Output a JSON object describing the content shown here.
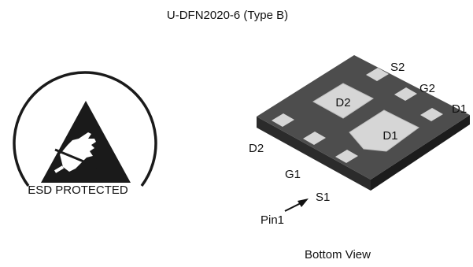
{
  "title": "U-DFN2020-6 (Type B)",
  "esd": {
    "label": "ESD PROTECTED",
    "icon": "esd-hand-warning-icon"
  },
  "package": {
    "view_label": "Bottom View",
    "pin1_label": "Pin1",
    "pad_labels": {
      "s2": "S2",
      "g2": "G2",
      "d1_pin": "D1",
      "d2_pin": "D2",
      "g1": "G1",
      "s1": "S1",
      "d2_pad": "D2",
      "d1_pad": "D1"
    }
  },
  "colors": {
    "body_top": "#4d4d4d",
    "body_side_left": "#2b2b2b",
    "body_side_right": "#1c1c1c",
    "pad": "#d6d6d6",
    "icon_fill": "#1a1a1a"
  }
}
